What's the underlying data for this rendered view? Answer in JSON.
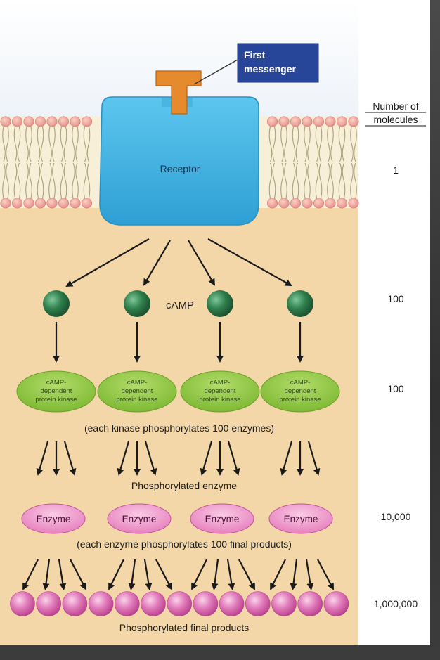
{
  "title": "",
  "labels": {
    "first_messenger_line1": "First",
    "first_messenger_line2": "messenger",
    "receptor": "Receptor",
    "camp": "cAMP",
    "kinase_line1": "cAMP-",
    "kinase_line2": "dependent",
    "kinase_line3": "protein kinase",
    "kinase_note": "(each kinase phosphorylates 100 enzymes)",
    "phosphorylated_enzyme": "Phosphorylated enzyme",
    "enzyme": "Enzyme",
    "enzyme_note": "(each enzyme phosphorylates 100 final products)",
    "final_products": "Phosphorylated final products"
  },
  "counts": {
    "header_line1": "Number of",
    "header_line2": "molecules",
    "receptor": "1",
    "camp": "100",
    "kinase": "100",
    "enzyme": "10,000",
    "products": "1,000,000"
  },
  "colors": {
    "background_top": "#f2f6fb",
    "cytoplasm": "#f3d7a8",
    "receptor": "#3cb0e3",
    "first_messenger": "#e68a2e",
    "label_box": "#27469a",
    "camp": "#2e7a4a",
    "kinase": "#8cc63f",
    "enzyme": "#e98cc4",
    "product": "#d65aa8",
    "phospholipid_head": "#f0a39a"
  }
}
